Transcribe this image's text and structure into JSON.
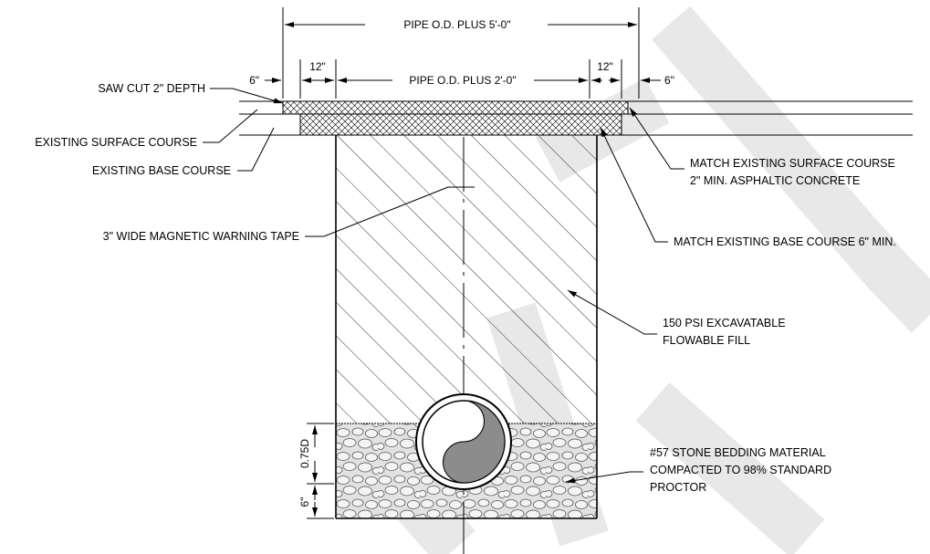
{
  "dimensions": {
    "overall_width": "PIPE O.D. PLUS 5'-0\"",
    "inner_width": "PIPE O.D. PLUS 2'-0\"",
    "left_offset": "6\"",
    "left_cut": "12\"",
    "right_cut": "12\"",
    "right_offset": "6\"",
    "bedding_above_invert": "0.75D",
    "bedding_below_pipe": "6\""
  },
  "callouts": {
    "saw_cut": "SAW CUT 2\" DEPTH",
    "existing_surface": "EXISTING SURFACE COURSE",
    "existing_base": "EXISTING BASE COURSE",
    "warning_tape": "3\" WIDE MAGNETIC WARNING TAPE",
    "match_surface_1": "MATCH EXISTING SURFACE COURSE",
    "match_surface_2": "2\" MIN. ASPHALTIC CONCRETE",
    "match_base": "MATCH EXISTING BASE COURSE 6\" MIN.",
    "flowable_fill_1": "150 PSI EXCAVATABLE",
    "flowable_fill_2": "FLOWABLE FILL",
    "stone_bedding_1": "#57 STONE BEDDING MATERIAL",
    "stone_bedding_2": "COMPACTED TO 98% STANDARD",
    "stone_bedding_3": "PROCTOR"
  },
  "colors": {
    "line": "#000000",
    "watermark": "#e6e6e6",
    "pipe_fill": "#8c8c8c",
    "stone_fill": "#d9d9d9"
  }
}
